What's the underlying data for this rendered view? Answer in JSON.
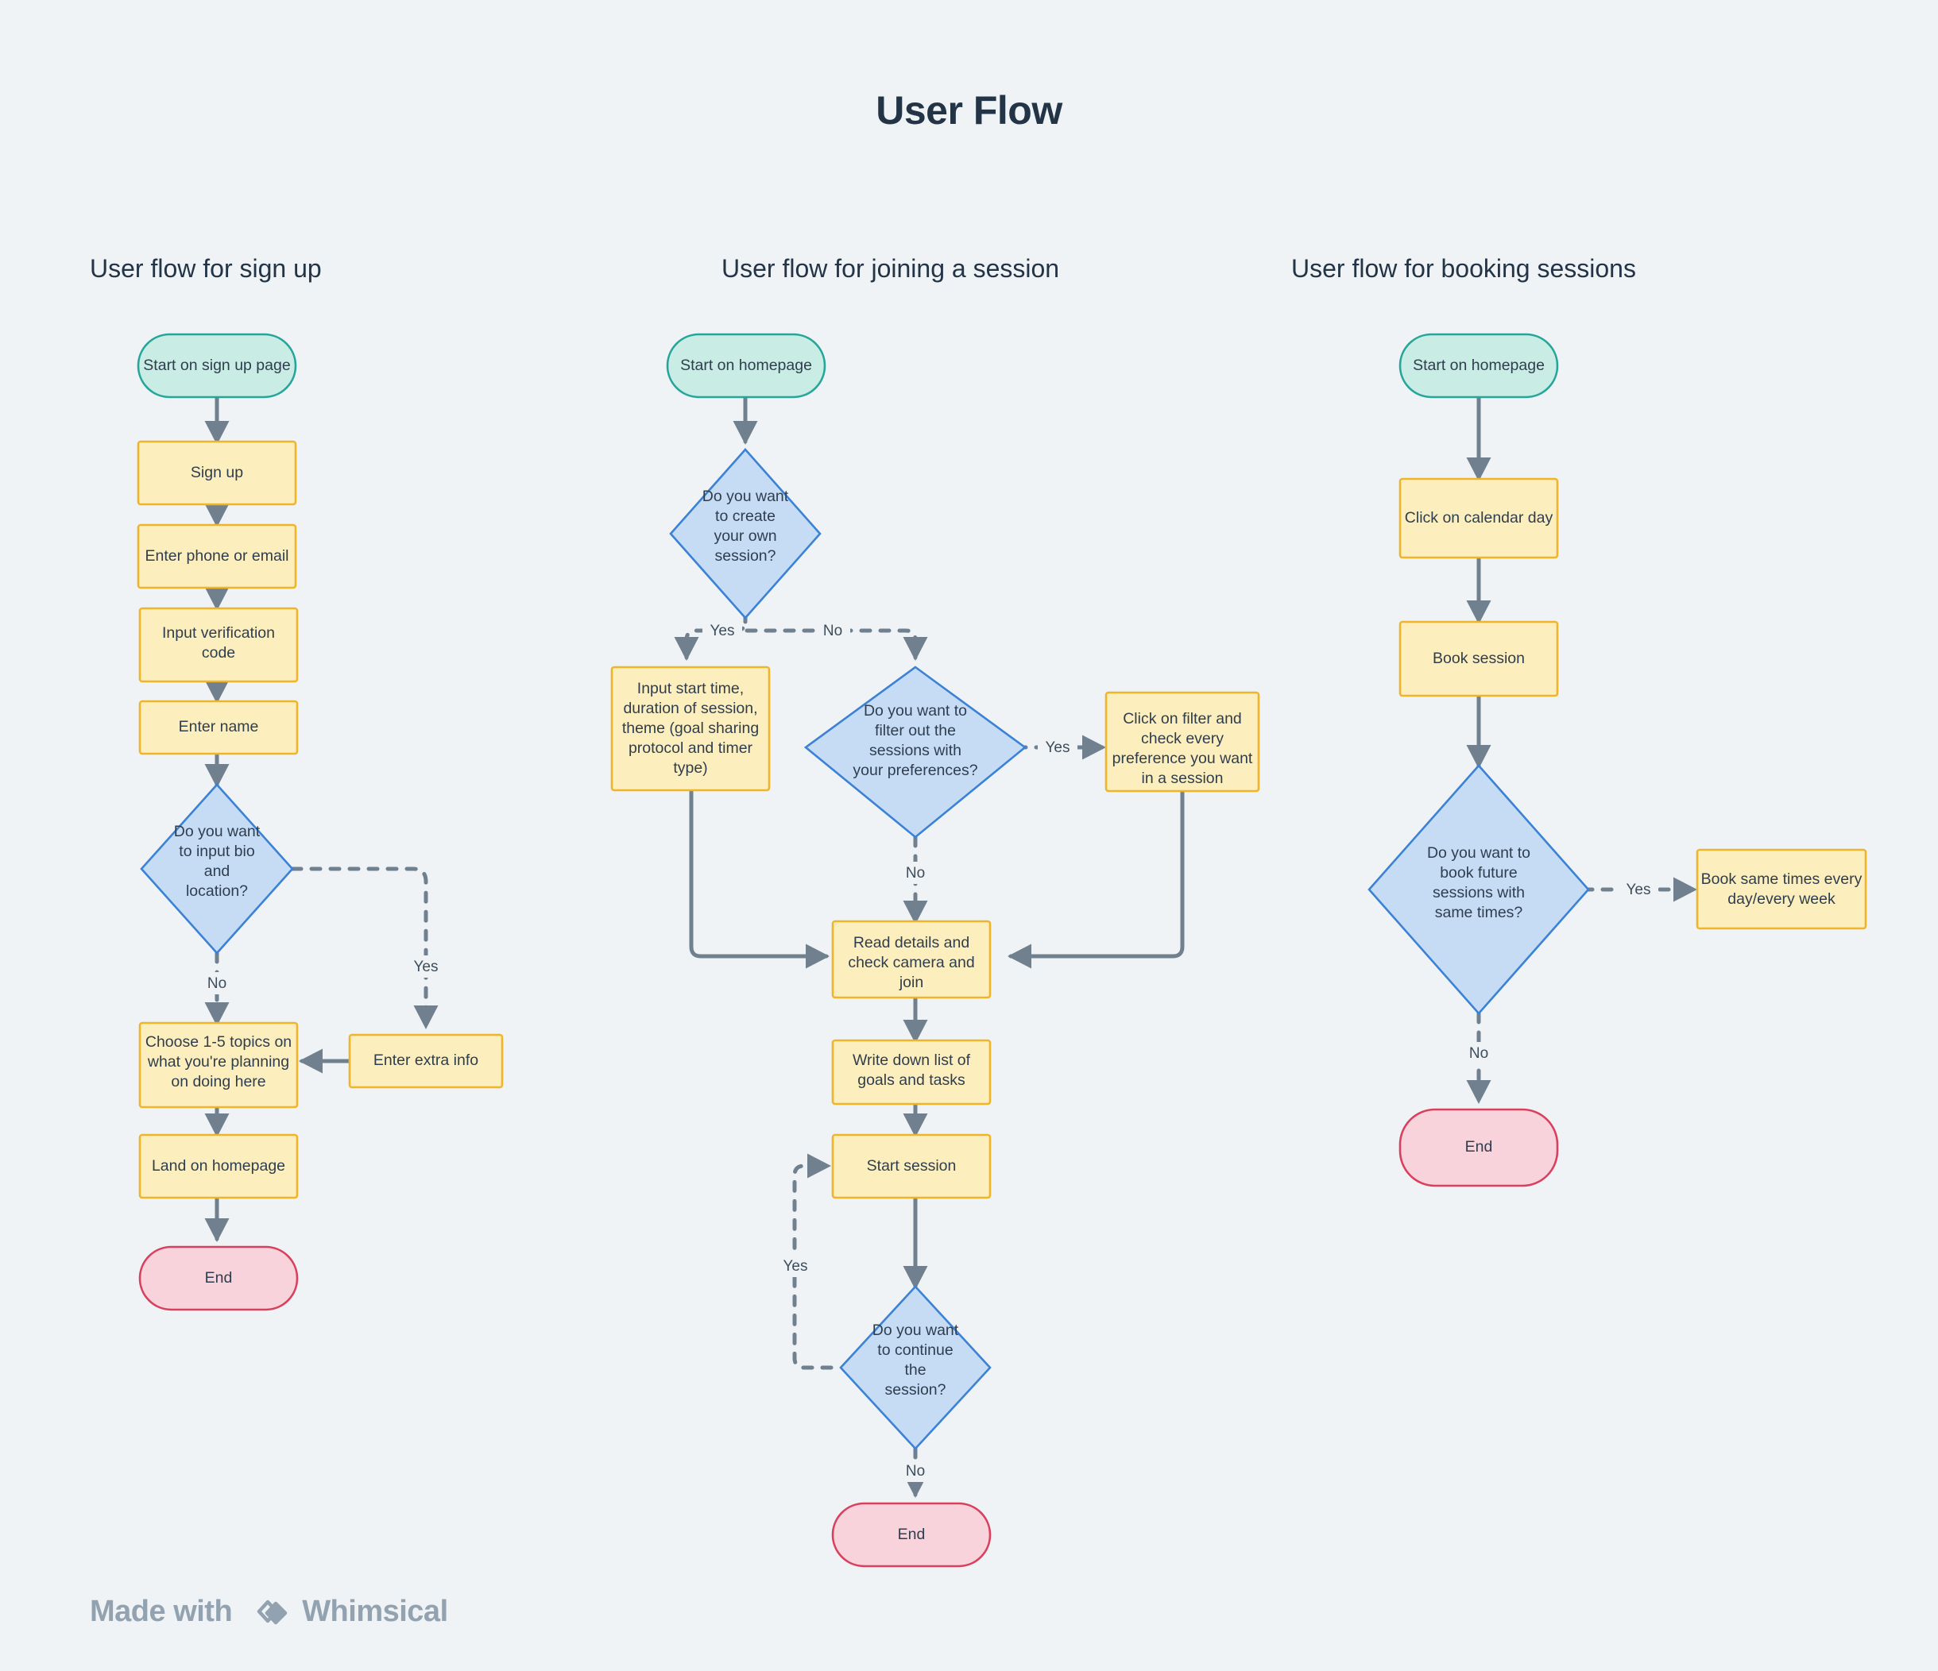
{
  "page": {
    "title": "User Flow",
    "background_color": "#eff3f6"
  },
  "colors": {
    "terminator_fill": "#c9ece4",
    "terminator_stroke": "#26a69a",
    "end_fill": "#f8d3dc",
    "end_stroke": "#d9405e",
    "process_fill": "#fdeebd",
    "process_stroke": "#f0b429",
    "decision_fill": "#c6dcf5",
    "decision_stroke": "#3b82d6",
    "connector": "#70808f",
    "text": "#2f3e4e",
    "heading": "#233447",
    "footer_text": "#93a2b0"
  },
  "columns": [
    {
      "id": "signup",
      "title": "User flow for sign up",
      "nodes": [
        {
          "id": "s1",
          "type": "terminator",
          "label": "Start on sign up page"
        },
        {
          "id": "s2",
          "type": "process",
          "label": "Sign up"
        },
        {
          "id": "s3",
          "type": "process",
          "label": "Enter phone or email"
        },
        {
          "id": "s4",
          "type": "process",
          "label": "Input verification\ncode"
        },
        {
          "id": "s5",
          "type": "process",
          "label": "Enter name"
        },
        {
          "id": "s6",
          "type": "decision",
          "label": "Do you want\nto input bio\nand\nlocation?"
        },
        {
          "id": "s7",
          "type": "process",
          "label": "Enter extra info"
        },
        {
          "id": "s8",
          "type": "process",
          "label": "Choose 1-5 topics on\nwhat you're planning\non doing here"
        },
        {
          "id": "s9",
          "type": "process",
          "label": "Land on homepage"
        },
        {
          "id": "s10",
          "type": "end",
          "label": "End"
        }
      ],
      "edges": [
        {
          "from": "s1",
          "to": "s2",
          "label": "",
          "style": "solid"
        },
        {
          "from": "s2",
          "to": "s3",
          "label": "",
          "style": "solid"
        },
        {
          "from": "s3",
          "to": "s4",
          "label": "",
          "style": "solid"
        },
        {
          "from": "s4",
          "to": "s5",
          "label": "",
          "style": "solid"
        },
        {
          "from": "s5",
          "to": "s6",
          "label": "",
          "style": "solid"
        },
        {
          "from": "s6",
          "to": "s7",
          "label": "Yes",
          "style": "dashed"
        },
        {
          "from": "s6",
          "to": "s8",
          "label": "No",
          "style": "dashed"
        },
        {
          "from": "s7",
          "to": "s8",
          "label": "",
          "style": "solid"
        },
        {
          "from": "s8",
          "to": "s9",
          "label": "",
          "style": "solid"
        },
        {
          "from": "s9",
          "to": "s10",
          "label": "",
          "style": "solid"
        }
      ]
    },
    {
      "id": "joining",
      "title": "User flow for joining a session",
      "nodes": [
        {
          "id": "j1",
          "type": "terminator",
          "label": "Start on homepage"
        },
        {
          "id": "j2",
          "type": "decision",
          "label": "Do you want\nto create\nyour own\nsession?"
        },
        {
          "id": "j3",
          "type": "process",
          "label": "Input start time,\nduration of session,\ntheme (goal sharing\nprotocol and timer\ntype)"
        },
        {
          "id": "j4",
          "type": "decision",
          "label": "Do you want to\nfilter out the\nsessions with\nyour preferences?"
        },
        {
          "id": "j5",
          "type": "process",
          "label": "Click on filter and\ncheck every\npreference you want\nin a session"
        },
        {
          "id": "j6",
          "type": "process",
          "label": "Read details and\ncheck camera and\njoin"
        },
        {
          "id": "j7",
          "type": "process",
          "label": "Write down list of\ngoals and tasks"
        },
        {
          "id": "j8",
          "type": "process",
          "label": "Start session"
        },
        {
          "id": "j9",
          "type": "decision",
          "label": "Do you want\nto continue\nthe\nsession?"
        },
        {
          "id": "j10",
          "type": "end",
          "label": "End"
        }
      ],
      "edges": [
        {
          "from": "j1",
          "to": "j2",
          "label": "",
          "style": "solid"
        },
        {
          "from": "j2",
          "to": "j3",
          "label": "Yes",
          "style": "dashed"
        },
        {
          "from": "j2",
          "to": "j4",
          "label": "No",
          "style": "dashed"
        },
        {
          "from": "j3",
          "to": "j6",
          "label": "",
          "style": "solid"
        },
        {
          "from": "j4",
          "to": "j5",
          "label": "Yes",
          "style": "dashed"
        },
        {
          "from": "j4",
          "to": "j6",
          "label": "No",
          "style": "dashed"
        },
        {
          "from": "j5",
          "to": "j6",
          "label": "",
          "style": "solid"
        },
        {
          "from": "j6",
          "to": "j7",
          "label": "",
          "style": "solid"
        },
        {
          "from": "j7",
          "to": "j8",
          "label": "",
          "style": "solid"
        },
        {
          "from": "j8",
          "to": "j9",
          "label": "",
          "style": "solid"
        },
        {
          "from": "j9",
          "to": "j8",
          "label": "Yes",
          "style": "dashed"
        },
        {
          "from": "j9",
          "to": "j10",
          "label": "No",
          "style": "dashed"
        }
      ]
    },
    {
      "id": "booking",
      "title": "User flow for booking sessions",
      "nodes": [
        {
          "id": "b1",
          "type": "terminator",
          "label": "Start on homepage"
        },
        {
          "id": "b2",
          "type": "process",
          "label": "Click on calendar day"
        },
        {
          "id": "b3",
          "type": "process",
          "label": "Book session"
        },
        {
          "id": "b4",
          "type": "decision",
          "label": "Do you want to\nbook future\nsessions with\nsame times?"
        },
        {
          "id": "b5",
          "type": "process",
          "label": "Book same times every\nday/every week"
        },
        {
          "id": "b6",
          "type": "end",
          "label": "End"
        }
      ],
      "edges": [
        {
          "from": "b1",
          "to": "b2",
          "label": "",
          "style": "solid"
        },
        {
          "from": "b2",
          "to": "b3",
          "label": "",
          "style": "solid"
        },
        {
          "from": "b3",
          "to": "b4",
          "label": "",
          "style": "solid"
        },
        {
          "from": "b4",
          "to": "b5",
          "label": "Yes",
          "style": "dashed"
        },
        {
          "from": "b4",
          "to": "b6",
          "label": "No",
          "style": "dashed"
        }
      ]
    }
  ],
  "footer": {
    "made_with": "Made with",
    "brand": "Whimsical"
  }
}
